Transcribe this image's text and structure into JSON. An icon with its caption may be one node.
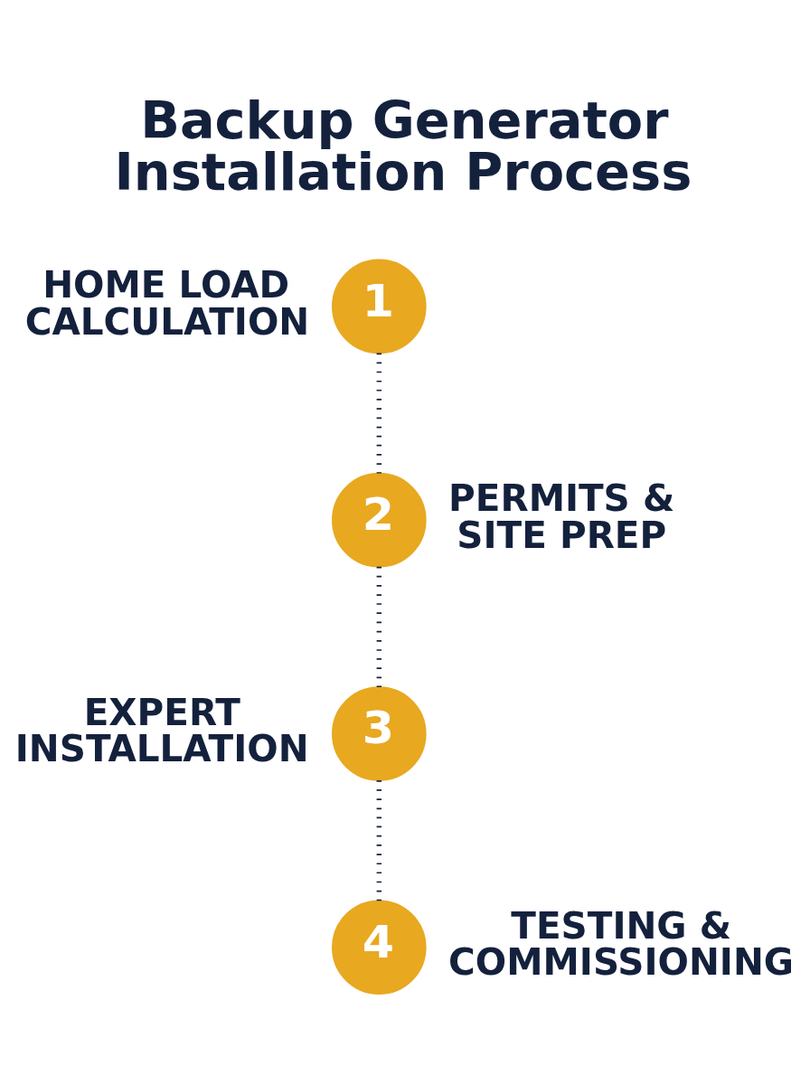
{
  "diagram": {
    "title": "Backup Generator Installation Process",
    "nodes": [
      {
        "text": [
          "1"
        ],
        "beside": [
          "HOME LOAD CALCULATION"
        ]
      },
      {
        "text": [
          "2"
        ],
        "beside": [
          "PERMITS & SITE PREP"
        ]
      },
      {
        "text": [
          "3"
        ],
        "beside": [
          "EXPERT INSTALLATION"
        ]
      },
      {
        "text": [
          "4"
        ],
        "beside": [
          "TESTING & COMMISSIONING"
        ]
      }
    ],
    "edges": [
      {
        "from": 0,
        "to": 1,
        "arrow": "none",
        "style": "dashed"
      },
      {
        "from": 1,
        "to": 2,
        "arrow": "none",
        "style": "dashed"
      },
      {
        "from": 2,
        "to": 3,
        "arrow": "none",
        "style": "dashed"
      }
    ]
  }
}
